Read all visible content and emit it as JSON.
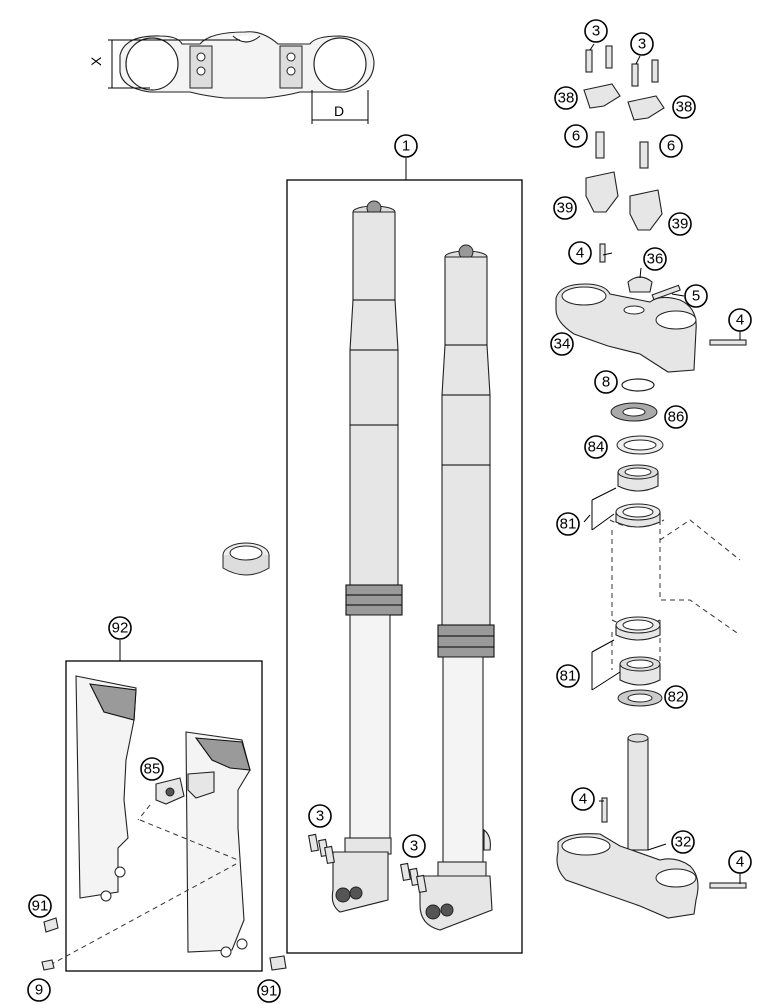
{
  "dimensions": {
    "x_label": "X",
    "d_label": "D"
  },
  "callouts": [
    {
      "id": "c1",
      "label": "1"
    },
    {
      "id": "c3a",
      "label": "3"
    },
    {
      "id": "c3b",
      "label": "3"
    },
    {
      "id": "c3c",
      "label": "3"
    },
    {
      "id": "c3d",
      "label": "3"
    },
    {
      "id": "c38a",
      "label": "38"
    },
    {
      "id": "c38b",
      "label": "38"
    },
    {
      "id": "c6a",
      "label": "6"
    },
    {
      "id": "c6b",
      "label": "6"
    },
    {
      "id": "c39a",
      "label": "39"
    },
    {
      "id": "c39b",
      "label": "39"
    },
    {
      "id": "c4a",
      "label": "4"
    },
    {
      "id": "c36",
      "label": "36"
    },
    {
      "id": "c5",
      "label": "5"
    },
    {
      "id": "c4b",
      "label": "4"
    },
    {
      "id": "c34",
      "label": "34"
    },
    {
      "id": "c8",
      "label": "8"
    },
    {
      "id": "c86",
      "label": "86"
    },
    {
      "id": "c84",
      "label": "84"
    },
    {
      "id": "c81a",
      "label": "81"
    },
    {
      "id": "c81b",
      "label": "81"
    },
    {
      "id": "c82",
      "label": "82"
    },
    {
      "id": "c4c",
      "label": "4"
    },
    {
      "id": "c32",
      "label": "32"
    },
    {
      "id": "c4d",
      "label": "4"
    },
    {
      "id": "c92",
      "label": "92"
    },
    {
      "id": "c85",
      "label": "85"
    },
    {
      "id": "c91a",
      "label": "91"
    },
    {
      "id": "c9",
      "label": "9"
    },
    {
      "id": "c91b",
      "label": "91"
    }
  ]
}
